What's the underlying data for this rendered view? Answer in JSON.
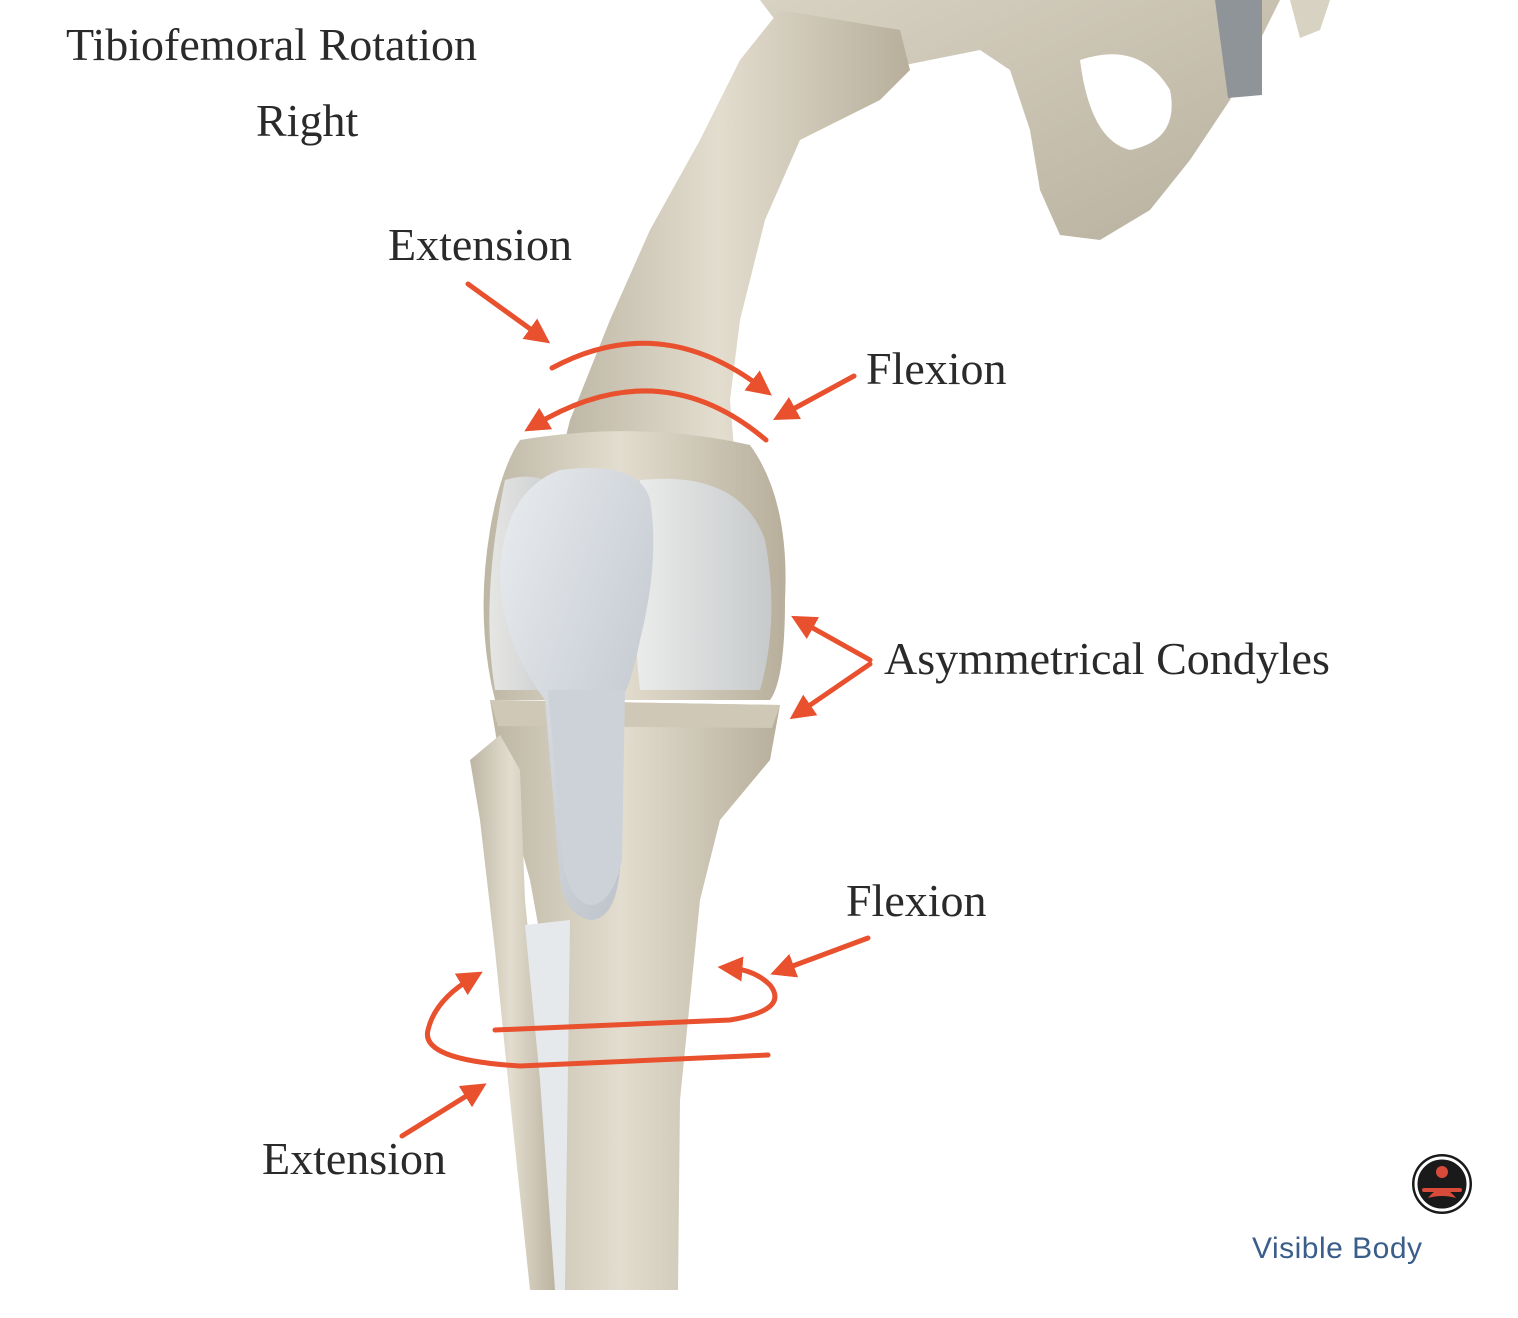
{
  "title": {
    "line1": "Tibiofemoral Rotation",
    "line2": "Right"
  },
  "labels": {
    "extension_top": "Extension",
    "flexion_top": "Flexion",
    "asymmetrical_condyles": "Asymmetrical Condyles",
    "flexion_bottom": "Flexion",
    "extension_bottom": "Extension"
  },
  "logo": {
    "text": "Visible Body"
  },
  "colors": {
    "arrow": "#e8502e",
    "bone": "#d9d3c4",
    "bone_shadow": "#b9b19e",
    "cartilage": "#dfe3e8",
    "ligament": "#c9ced6",
    "text": "#2a2a2a",
    "logo_blue": "#3a5d8a"
  },
  "icons": {
    "logo_emblem": "visible-body-emblem-icon"
  }
}
